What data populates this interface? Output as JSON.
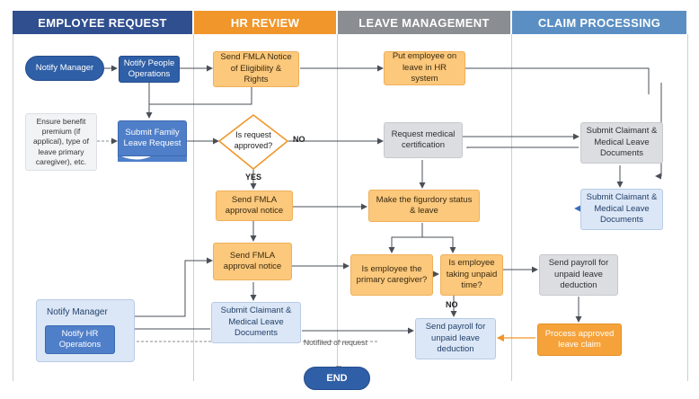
{
  "lanes": [
    {
      "title": "EMPLOYEE REQUEST",
      "color": "#2f4f8f"
    },
    {
      "title": "HR REVIEW",
      "color": "#f0962a"
    },
    {
      "title": "LEAVE MANAGEMENT",
      "color": "#8a8d92"
    },
    {
      "title": "CLAIM PROCESSING",
      "color": "#5b8fc4"
    }
  ],
  "nodes": {
    "notify_manager_top": "Notify Manager",
    "notify_people_ops": "Notify People Operations",
    "send_fmla_notice": "Send FMLA  Notice of Eligibility & Rights",
    "put_employee_on_leave": "Put employee on leave in HR system",
    "ensure_benefit": "Ensure benefit premium (if applical), type of leave primary caregiver), etc.",
    "submit_family_leave": "Submit Family Leave Request",
    "is_request_approved": "Is request approved?",
    "request_medical_cert": "Request medical certification",
    "submit_claimant_top": "Submit Claimant & Medical Leave Documents",
    "send_fmla_approval_1": "Send FMLA approval notice",
    "make_figurdory": "Make the figurdory status & leave",
    "submit_claimant_mid": "Submit Claimant & Medical Leave Documents",
    "send_fmla_approval_2": "Send FMLA approval notice",
    "is_primary_caregiver": "Is employee the primary caregiver?",
    "is_taking_unpaid": "Is employee taking unpaid time?",
    "send_payroll_right": "Send payroll for unpaid leave deduction",
    "notify_manager_bottom": "Notify Manager",
    "notify_hr_ops": "Notify HR Operations",
    "submit_claimant_hr": "Submit Claimant & Medical Leave Documents",
    "send_payroll_bottom": "Send payroll for unpaid leave deduction",
    "process_approved": "Process approved leave claim",
    "end": "END"
  },
  "edge_labels": {
    "no_1": "NO",
    "yes": "YES",
    "no_2": "NO",
    "notified": "Notifiied of request"
  }
}
